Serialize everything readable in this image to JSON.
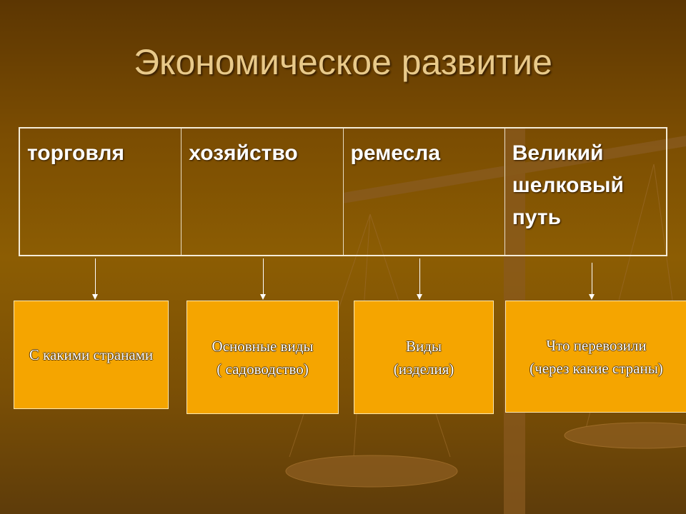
{
  "title": "Экономическое развитие",
  "table": {
    "columns": [
      "торговля",
      "хозяйство",
      "ремесла",
      "Великий шелковый путь"
    ]
  },
  "boxes": [
    {
      "lines": [
        "С какими странами"
      ]
    },
    {
      "lines": [
        "Основные виды",
        "( садоводство)"
      ]
    },
    {
      "lines": [
        "Виды",
        "(изделия)"
      ]
    },
    {
      "lines": [
        "Что перевозили",
        "(через какие страны)"
      ]
    }
  ],
  "colors": {
    "box": "#f5a500",
    "background": "#7a4c02",
    "title": "#e8c98a"
  }
}
